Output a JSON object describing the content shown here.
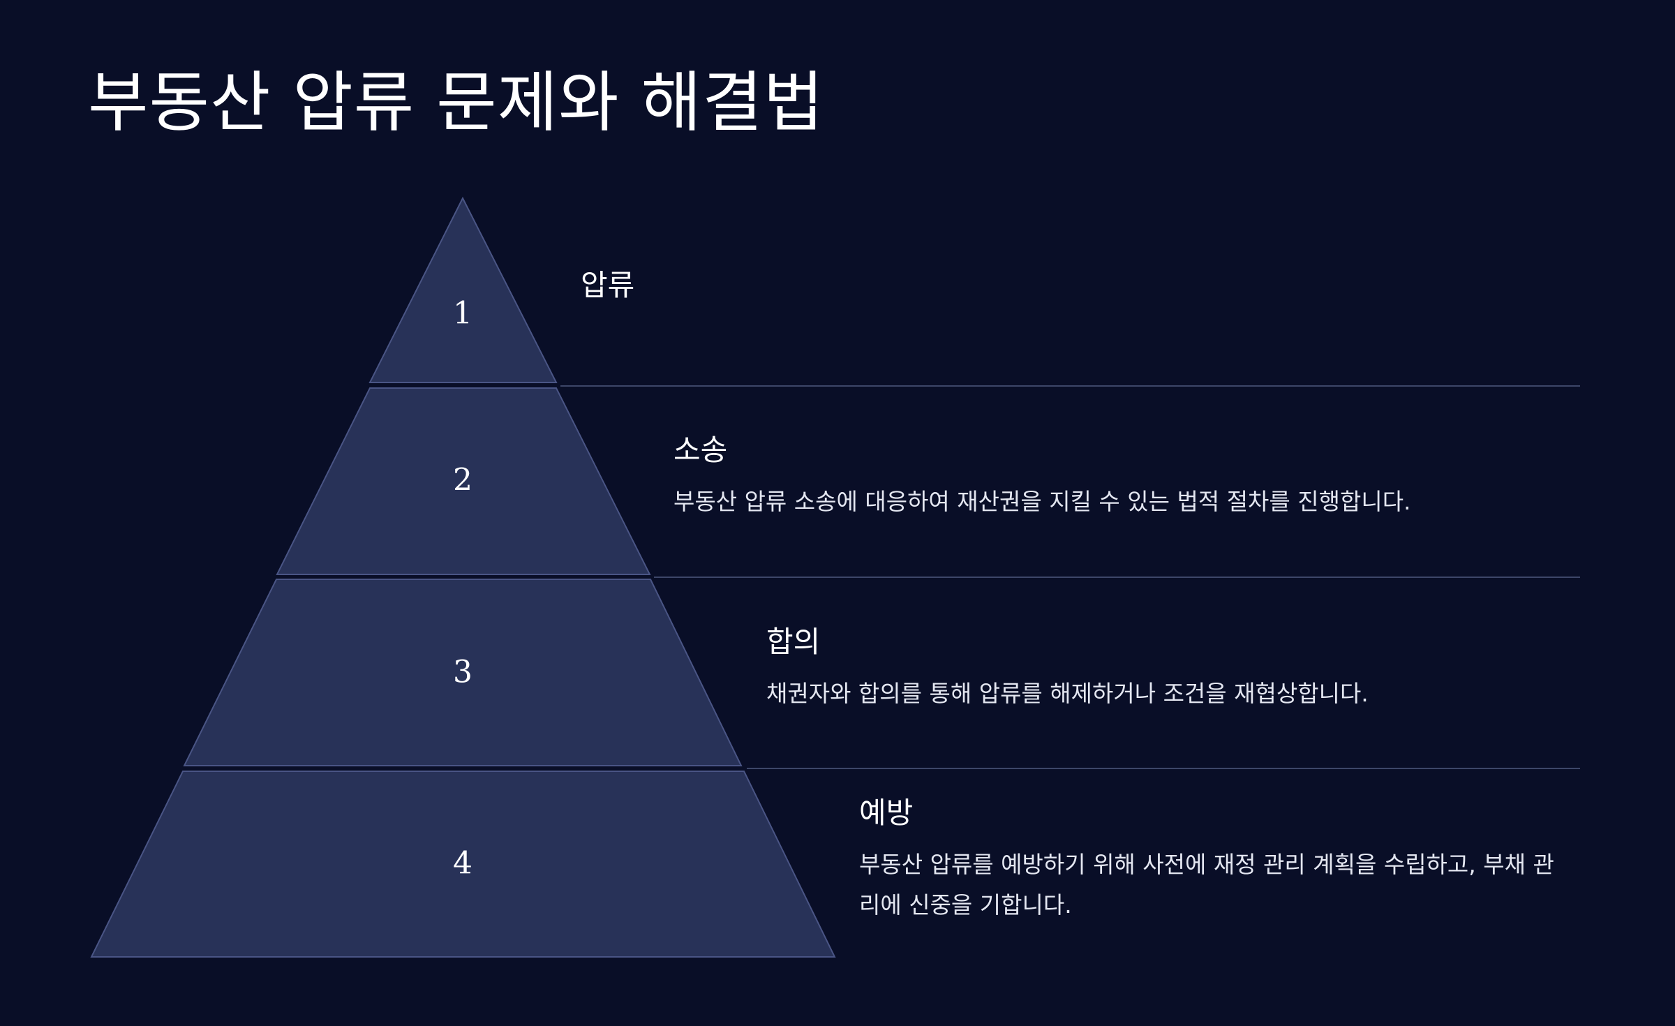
{
  "title": "부동산 압류 문제와 해결법",
  "steps": [
    {
      "number": "1",
      "heading": "압류",
      "description": ""
    },
    {
      "number": "2",
      "heading": "소송",
      "description": "부동산 압류 소송에 대응하여 재산권을 지킬 수 있는 법적 절차를 진행합니다."
    },
    {
      "number": "3",
      "heading": "합의",
      "description": "채권자와 합의를 통해 압류를 해제하거나 조건을 재협상합니다."
    },
    {
      "number": "4",
      "heading": "예방",
      "description": "부동산 압류를 예방하기 위해 사전에 재정 관리 계획을 수립하고, 부채 관리에 신중을 기합니다."
    }
  ],
  "colors": {
    "background": "#090e27",
    "tier_fill": "#283258",
    "tier_stroke": "#4a5585",
    "divider": "#3d4668",
    "text": "#ffffff"
  }
}
